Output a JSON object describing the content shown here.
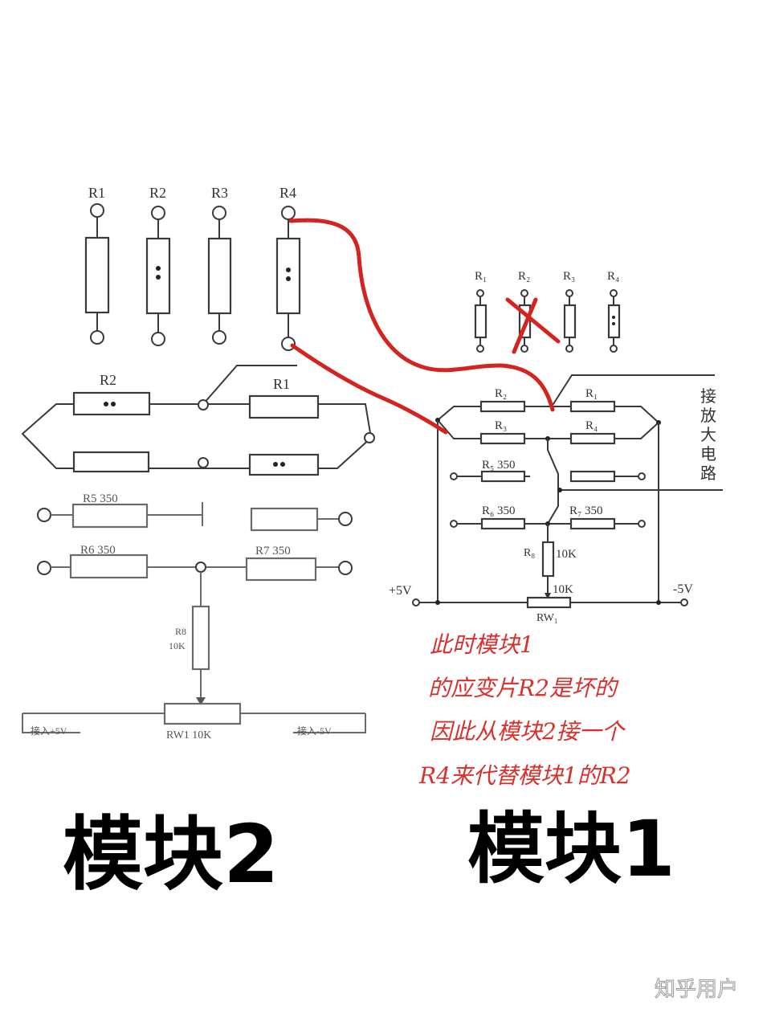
{
  "module2": {
    "gauges": [
      "R1",
      "R2",
      "R3",
      "R4"
    ],
    "bridge": {
      "top_left": "R2",
      "top_right": "R1"
    },
    "r5": "R5  350",
    "r6": "R6  350",
    "r7": "R7  350",
    "r8": "R8",
    "r8_value": "10K",
    "rw1": "RW1  10K",
    "in_plus": "接入+5V",
    "in_minus": "接入-5V"
  },
  "module1": {
    "gauges": [
      "R₁",
      "R₂",
      "R₃",
      "R₄"
    ],
    "bridge": {
      "r2": "R₂",
      "r1": "R₁",
      "r3": "R₃",
      "r4": "R₄"
    },
    "r5": "R₅ 350",
    "r6": "R₆ 350",
    "r7": "R₇ 350",
    "r8": "R₈",
    "r8_value": "10K",
    "rw_value": "10K",
    "rw1": "RW₁",
    "plus5": "+5V",
    "minus5": "-5V",
    "amp": [
      "接",
      "放",
      "大",
      "电",
      "路"
    ]
  },
  "annotation": [
    "此时模块1",
    "的应变片R2是坏的",
    "因此从模块2接一个",
    "R4来代替模块1的R2"
  ],
  "captions": {
    "left": "模块2",
    "right": "模块1"
  },
  "watermark": "知乎用户",
  "colors": {
    "annotation": "#d42420",
    "line": "#3a3a3a"
  }
}
